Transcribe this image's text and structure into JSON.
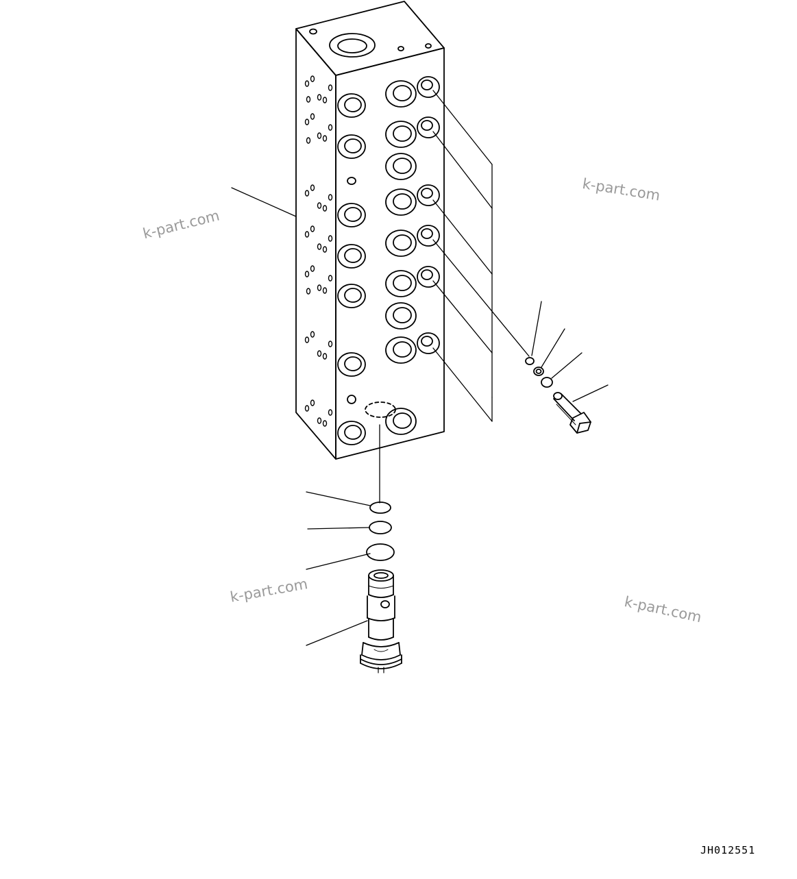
{
  "drawing": {
    "reference_code": "JH012551",
    "watermark_text": "k-part.com",
    "ink_color": "#000000",
    "watermark_color": "#9a9a9a"
  },
  "parts": [
    {
      "name": "valve-block"
    },
    {
      "name": "o-ring-small"
    },
    {
      "name": "o-ring-medium"
    },
    {
      "name": "o-ring-large"
    },
    {
      "name": "relief-valve-cartridge"
    },
    {
      "name": "plug-o-ring"
    },
    {
      "name": "plug-washer"
    },
    {
      "name": "plug-seal"
    },
    {
      "name": "plug-bolt"
    }
  ]
}
